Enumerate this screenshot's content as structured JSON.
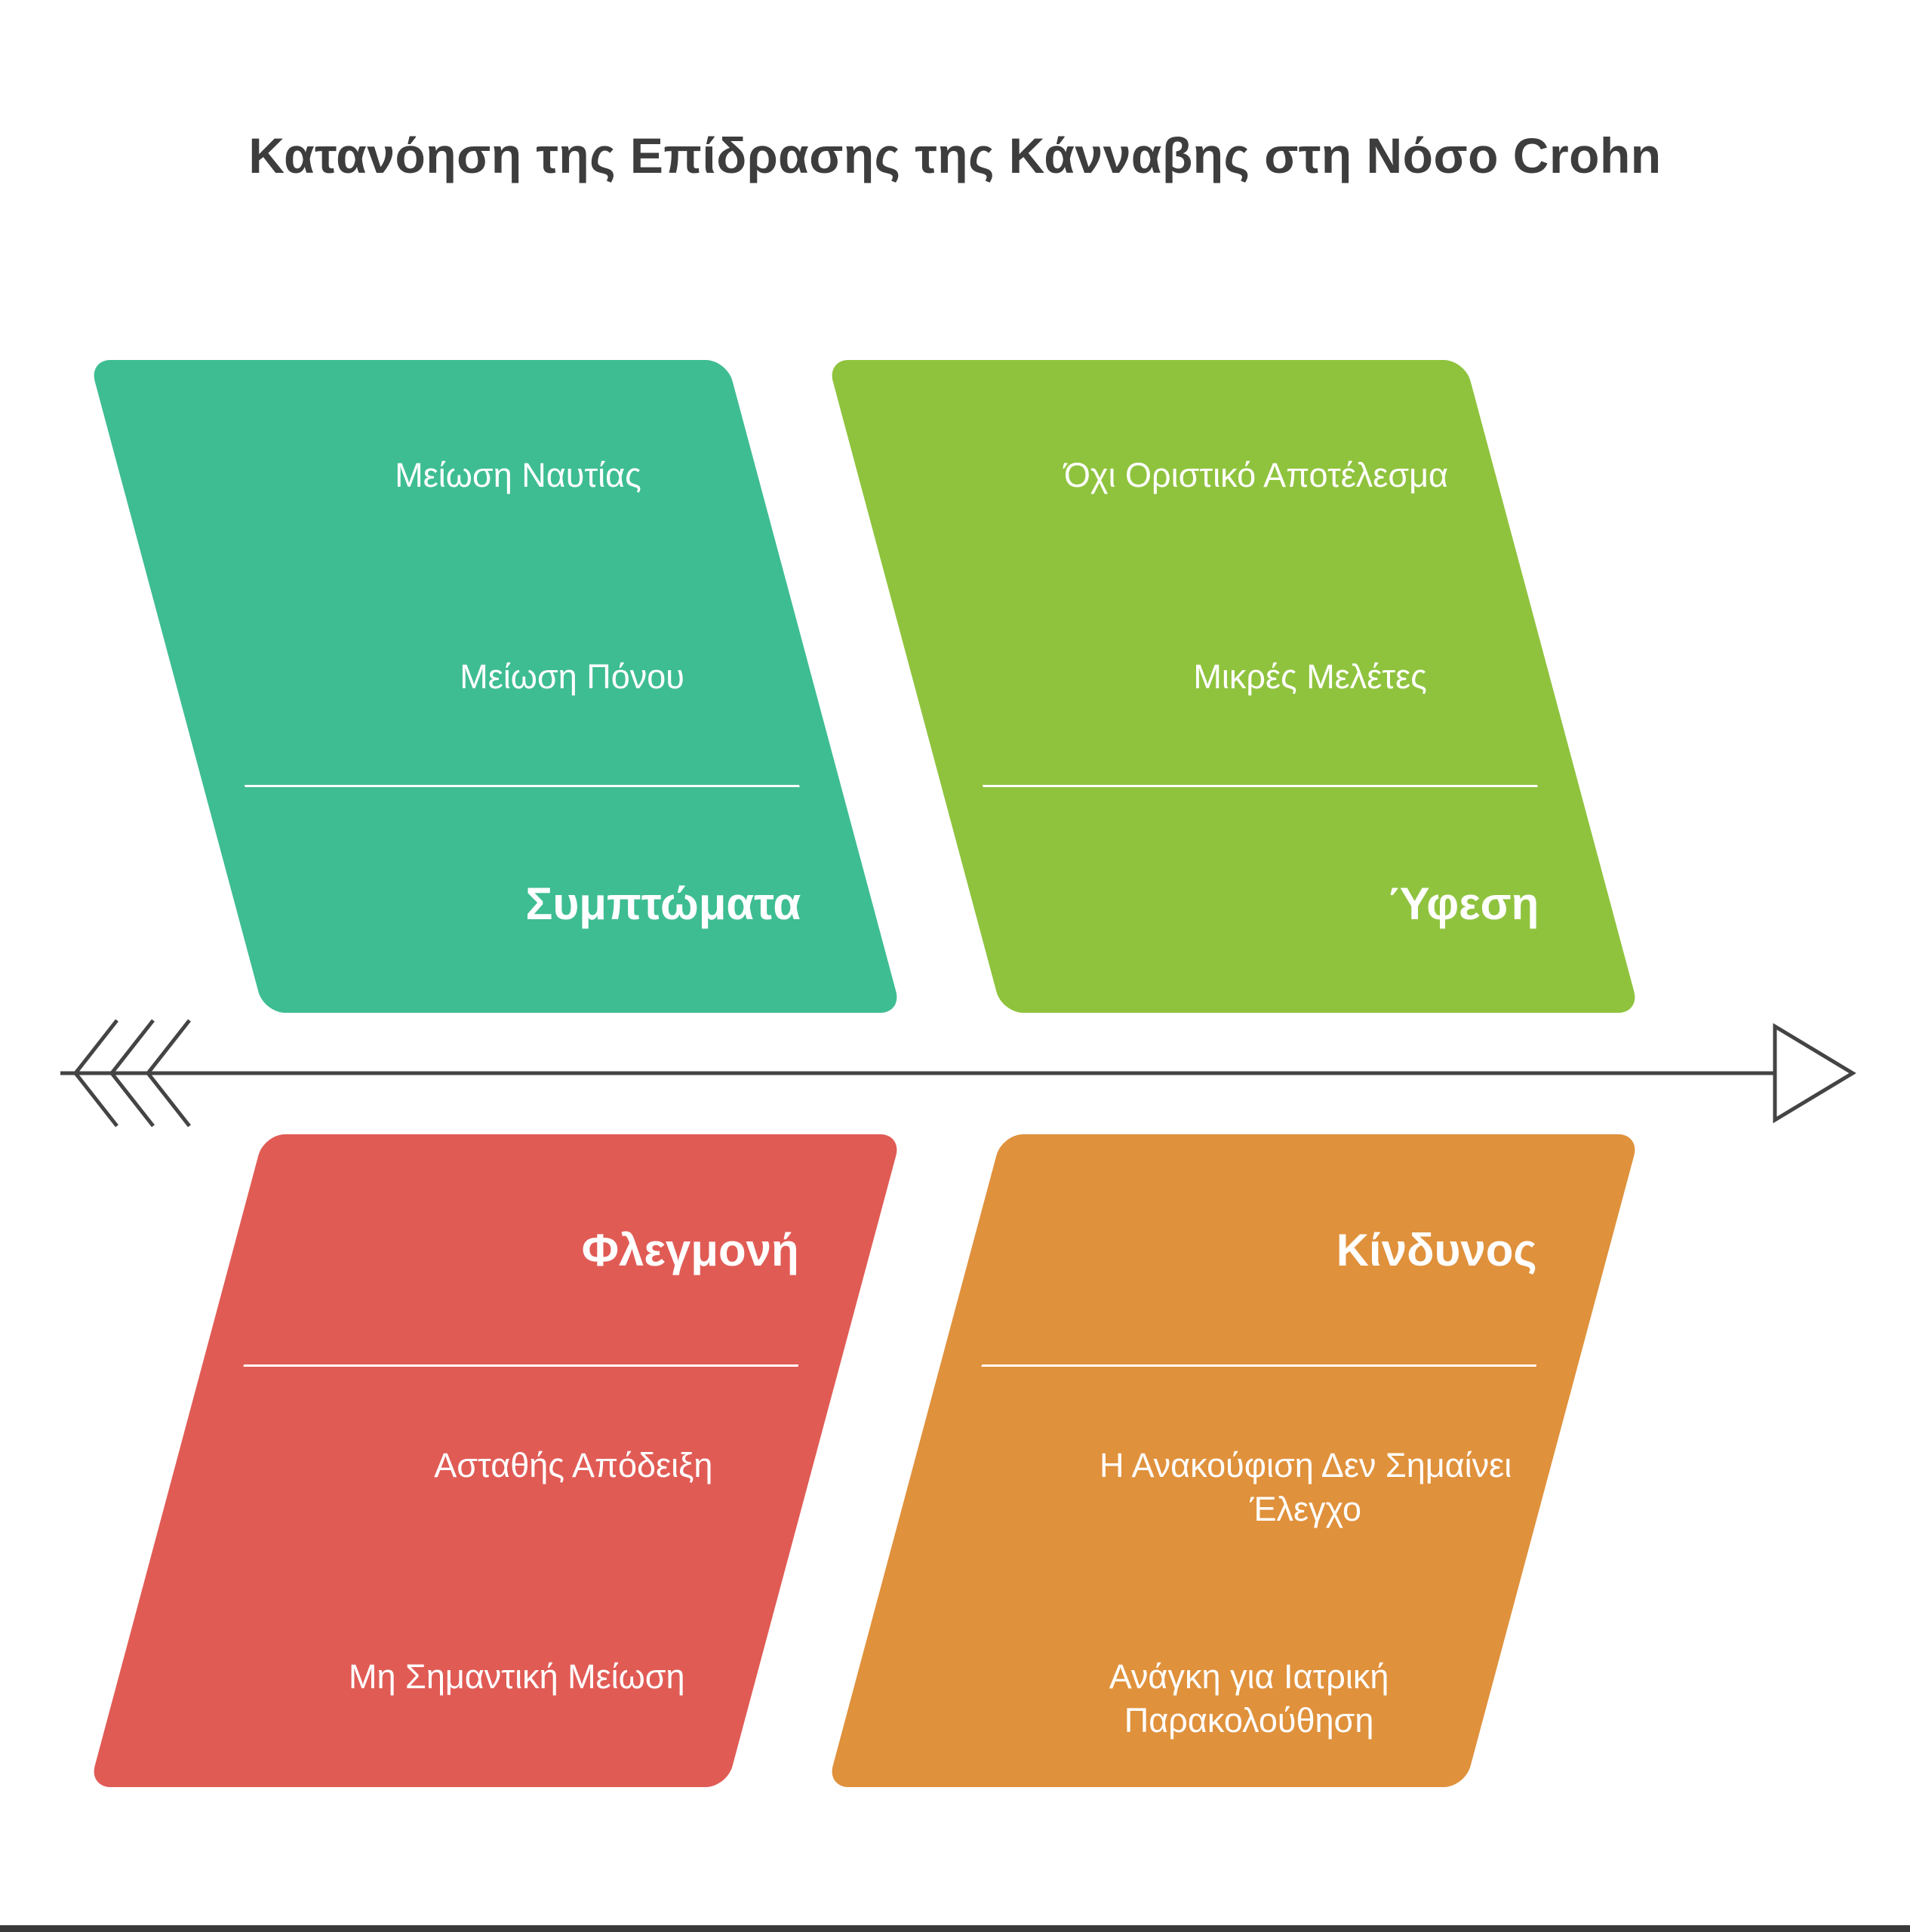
{
  "title": "Κατανόηση της Επίδρασης της Κάνναβης στη Νόσο Crohn",
  "colors": {
    "teal": "#3EBD92",
    "lime": "#8FC33E",
    "red": "#E15B55",
    "orange": "#E0913C",
    "arrow": "#444444",
    "title_text": "#3d3d3d",
    "panel_text": "#ffffff",
    "bottom_bar": "#3a3a3a"
  },
  "panels": [
    {
      "id": "symptoms",
      "position": "top-left",
      "color": "#3EBD92",
      "label": "Συμπτώματα",
      "items": [
        "Μείωση Ναυτίας",
        "Μείωση Πόνου"
      ]
    },
    {
      "id": "remission",
      "position": "top-right",
      "color": "#8FC33E",
      "label": "Ύφεση",
      "items": [
        "Όχι Οριστικό Αποτέλεσμα",
        "Μικρές Μελέτες"
      ]
    },
    {
      "id": "inflammation",
      "position": "bottom-left",
      "color": "#E15B55",
      "label": "Φλεγμονή",
      "items": [
        "Ασταθής Απόδειξη",
        "Μη Σημαντική Μείωση"
      ]
    },
    {
      "id": "risk",
      "position": "bottom-right",
      "color": "#E0913C",
      "label": "Κίνδυνος",
      "items": [
        "Η Ανακούφιση Δεν Σημαίνει Έλεγχο",
        "Ανάγκη για Ιατρική Παρακολούθηση"
      ]
    }
  ]
}
